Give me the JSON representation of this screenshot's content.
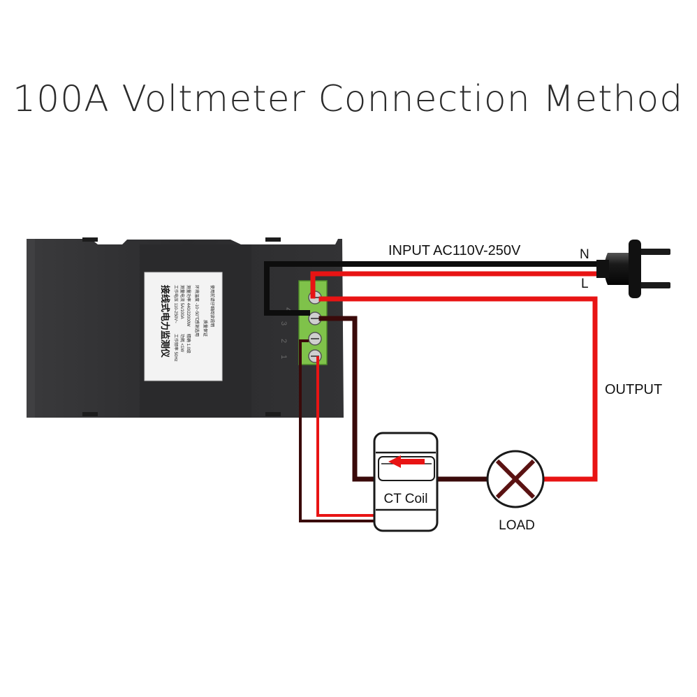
{
  "title": "100A Voltmeter Connection Method",
  "labels": {
    "input": "INPUT AC110V-250V",
    "neutral": "N",
    "live": "L",
    "output": "OUTPUT",
    "ct_coil": "CT Coil",
    "load": "LOAD"
  },
  "device": {
    "sticker_lines": [
      "接线式电力监测仪",
      "工作电压 110-250V~",
      "测量电流 5A/100A",
      "测量功率 440/22000W",
      "工作频率 50Hz",
      "功耗 <1W",
      "精确 1.0级",
      "环境温度 -10~50℃",
      "感谢选用",
      "质量保证",
      "使用前请仔细阅读说明"
    ],
    "terminal_marks": [
      "4",
      "3",
      "2",
      "1"
    ]
  },
  "colors": {
    "neutral_wire": "#0d0d0d",
    "live_wire": "#e81414",
    "ct_wire": "#3a0a0a",
    "device_body": "#2e2e30",
    "terminal_block": "#7fc24a",
    "ct_arrow": "#e81414"
  }
}
